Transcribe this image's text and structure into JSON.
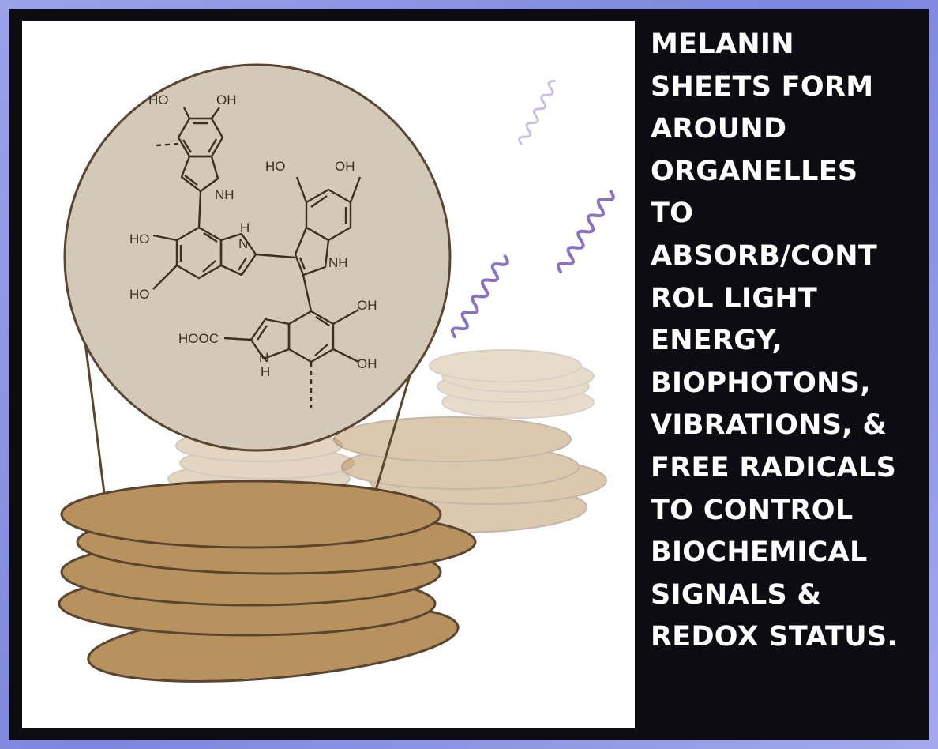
{
  "caption": {
    "lines": [
      "MELANIN",
      "SHEETS FORM",
      "AROUND",
      "ORGANELLES",
      "TO",
      "ABSORB/CONT",
      "ROL LIGHT",
      "ENERGY,",
      "BIOPHOTONS,",
      "VIBRATIONS, &",
      "FREE RADICALS",
      "TO CONTROL",
      "BIOCHEMICAL",
      "SIGNALS &",
      "REDOX STATUS."
    ]
  },
  "molecule": {
    "labels": {
      "ho1": "HO",
      "oh1": "OH",
      "nh1": "NH",
      "ho2": "HO",
      "oh2": "OH",
      "ho3": "HO",
      "ho4": "HO",
      "h1": "H",
      "n1": "N",
      "nh2": "NH",
      "oh3": "OH",
      "oh4": "OH",
      "hooc": "HOOC",
      "n2": "N",
      "h2": "H"
    }
  },
  "colors": {
    "frame": "#0c0c12",
    "sheet_fill": "#b8925e",
    "sheet_outline": "#5a4630",
    "circle_fill": "#d3c9b9",
    "wave": "#8a72c0",
    "caption_text": "#ffffff"
  }
}
